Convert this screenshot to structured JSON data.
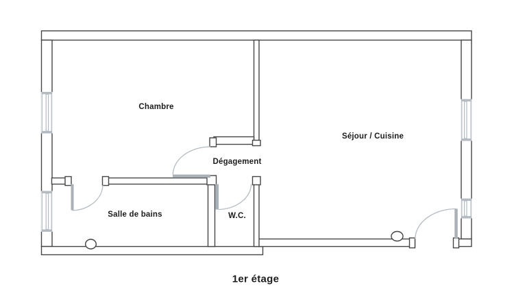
{
  "caption": "1er étage",
  "rooms": {
    "chambre": {
      "label": "Chambre"
    },
    "sejour": {
      "label": "Séjour / Cuisine"
    },
    "degagement": {
      "label": "Dégagement"
    },
    "salle_de_bains": {
      "label": "Salle de bains"
    },
    "wc": {
      "label": "W.C."
    }
  },
  "colors": {
    "wall": "#454545",
    "window": "#b2bac2",
    "door_arc": "#b4bcc3",
    "door_leaf": "#a9b0b6",
    "text": "#1c1c1c",
    "background": "#ffffff"
  }
}
